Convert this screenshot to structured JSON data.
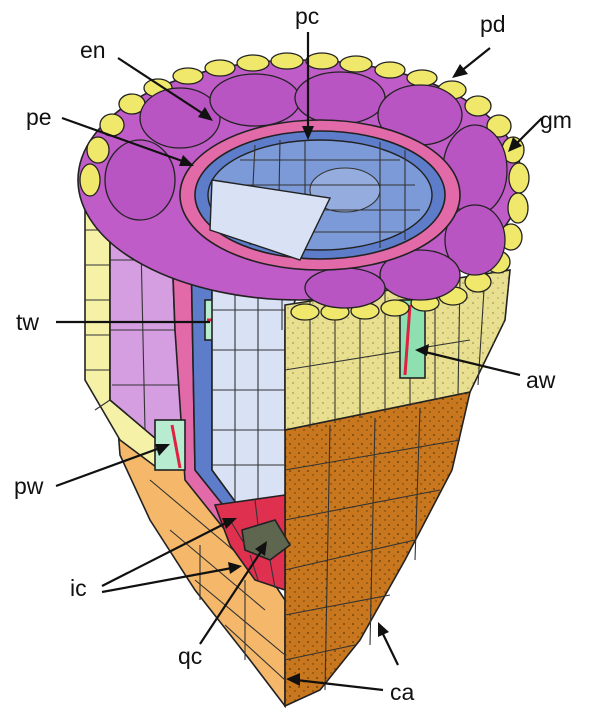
{
  "labels": {
    "pc": "pc",
    "pd": "pd",
    "en": "en",
    "pe": "pe",
    "gm": "gm",
    "tw": "tw",
    "aw": "aw",
    "pw": "pw",
    "ic": "ic",
    "qc": "qc",
    "ca": "ca"
  },
  "colors": {
    "epidermis": "#f0e86a",
    "epidermis_light": "#f5f2a8",
    "cortex": "#c05cc8",
    "cortex_light": "#d59ee0",
    "endodermis": "#e26aa8",
    "pericycle": "#5d7cc9",
    "stele": "#7c9ad8",
    "stele_light": "#d9e1f5",
    "transverse_wall": "#b8ecd0",
    "columella": "#c8771e",
    "lateral_cap": "#f5b86a",
    "initials": "#e03050",
    "quiescent_center": "#5f6650",
    "red_wall": "#e02040"
  }
}
